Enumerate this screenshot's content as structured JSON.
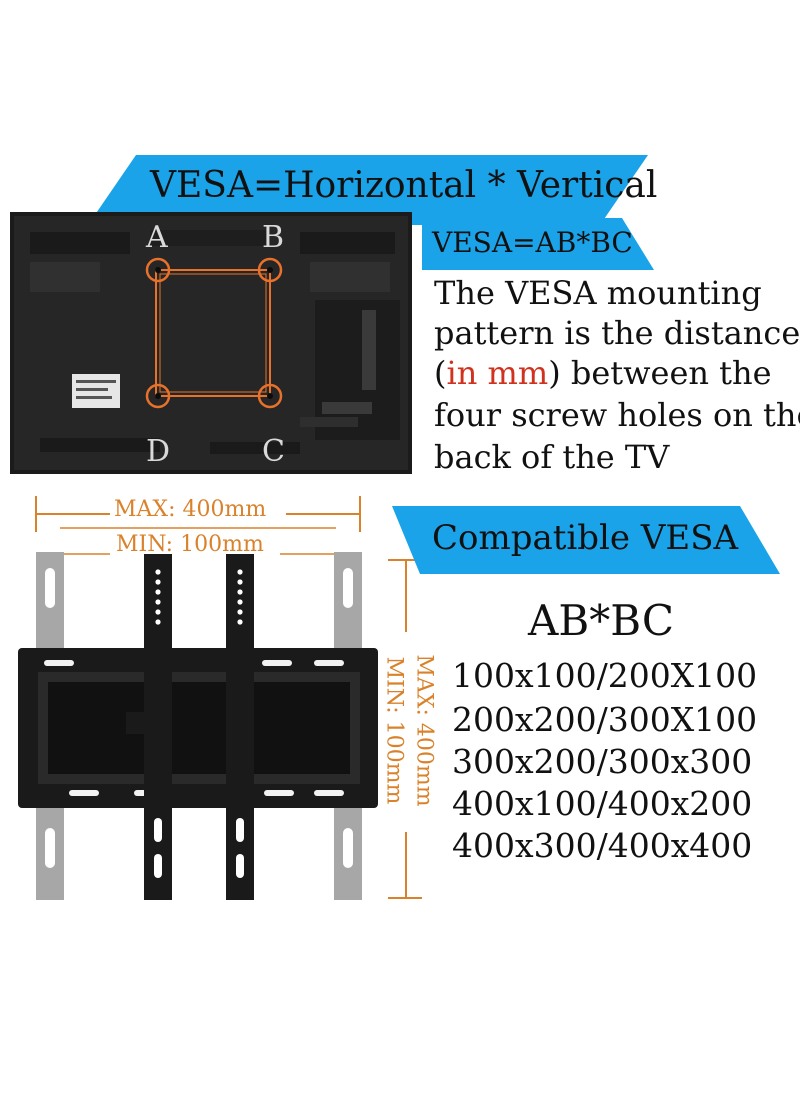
{
  "header_ribbon": {
    "text": "VESA=Horizontal * Vertical",
    "color": "#1aa3e8"
  },
  "formula_ribbon": {
    "text": "VESA=AB*BC",
    "color": "#1aa3e8"
  },
  "tv_corners": {
    "a": "A",
    "b": "B",
    "c": "C",
    "d": "D",
    "marker_color": "#e8712b"
  },
  "description": {
    "line1": "The VESA mounting",
    "line2": "pattern is the distance",
    "line3_open": "(",
    "line3_highlight": "in mm",
    "line3_rest": ") between the",
    "line4": "four screw holes on the",
    "line5": "back of the TV",
    "highlight_color": "#d0321e"
  },
  "dimensions": {
    "horizontal_max": "MAX: 400mm",
    "horizontal_min": "MIN: 100mm",
    "vertical_max": "MAX: 400mm",
    "vertical_min": "MIN: 100mm",
    "color": "#d9822b"
  },
  "compatible_ribbon": {
    "text": "Compatible VESA",
    "color": "#1aa3e8"
  },
  "compatible_list": {
    "heading": "AB*BC",
    "items": [
      "100x100/200X100",
      "200x200/300X100",
      "300x200/300x300",
      "400x100/400x200",
      "400x300/400x400"
    ]
  }
}
